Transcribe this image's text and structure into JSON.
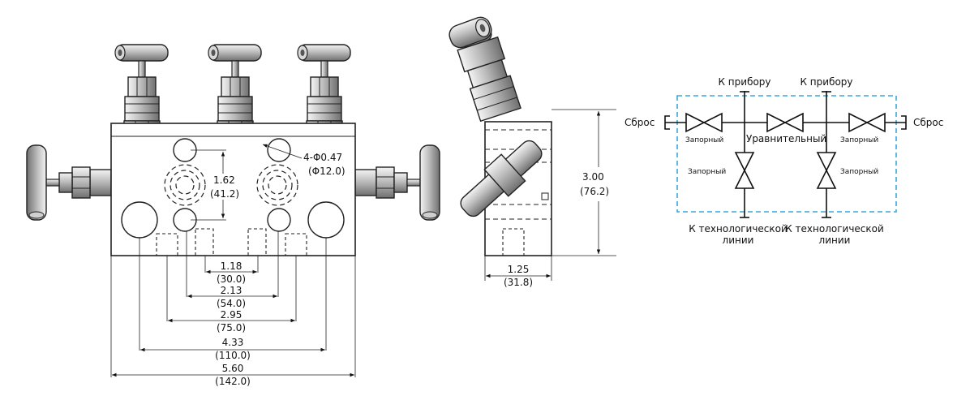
{
  "front_view": {
    "hole_spacing_in": "1.62",
    "hole_spacing_mm": "(41.2)",
    "hole_callout": "4-Φ0.47",
    "hole_callout_mm": "(Φ12.0)",
    "dim_1_in": "1.18",
    "dim_1_mm": "(30.0)",
    "dim_2_in": "2.13",
    "dim_2_mm": "(54.0)",
    "dim_3_in": "2.95",
    "dim_3_mm": "(75.0)",
    "dim_4_in": "4.33",
    "dim_4_mm": "(110.0)",
    "dim_5_in": "5.60",
    "dim_5_mm": "(142.0)"
  },
  "side_view": {
    "height_in": "3.00",
    "height_mm": "(76.2)",
    "depth_in": "1.25",
    "depth_mm": "(31.8)"
  },
  "schematic": {
    "vent_left": "Сброс",
    "vent_right": "Сброс",
    "to_instrument_left": "К прибору",
    "to_instrument_right": "К прибору",
    "valve_top_left": "Запорный",
    "valve_equalizing": "Уравнительный",
    "valve_top_right": "Запорный",
    "valve_vert_left": "Запорный",
    "valve_vert_right": "Запорный",
    "process_left_1": "К технологической",
    "process_left_2": "линии",
    "process_right_1": "К технологической",
    "process_right_2": "линии",
    "border_color": "#3aa7dc"
  }
}
